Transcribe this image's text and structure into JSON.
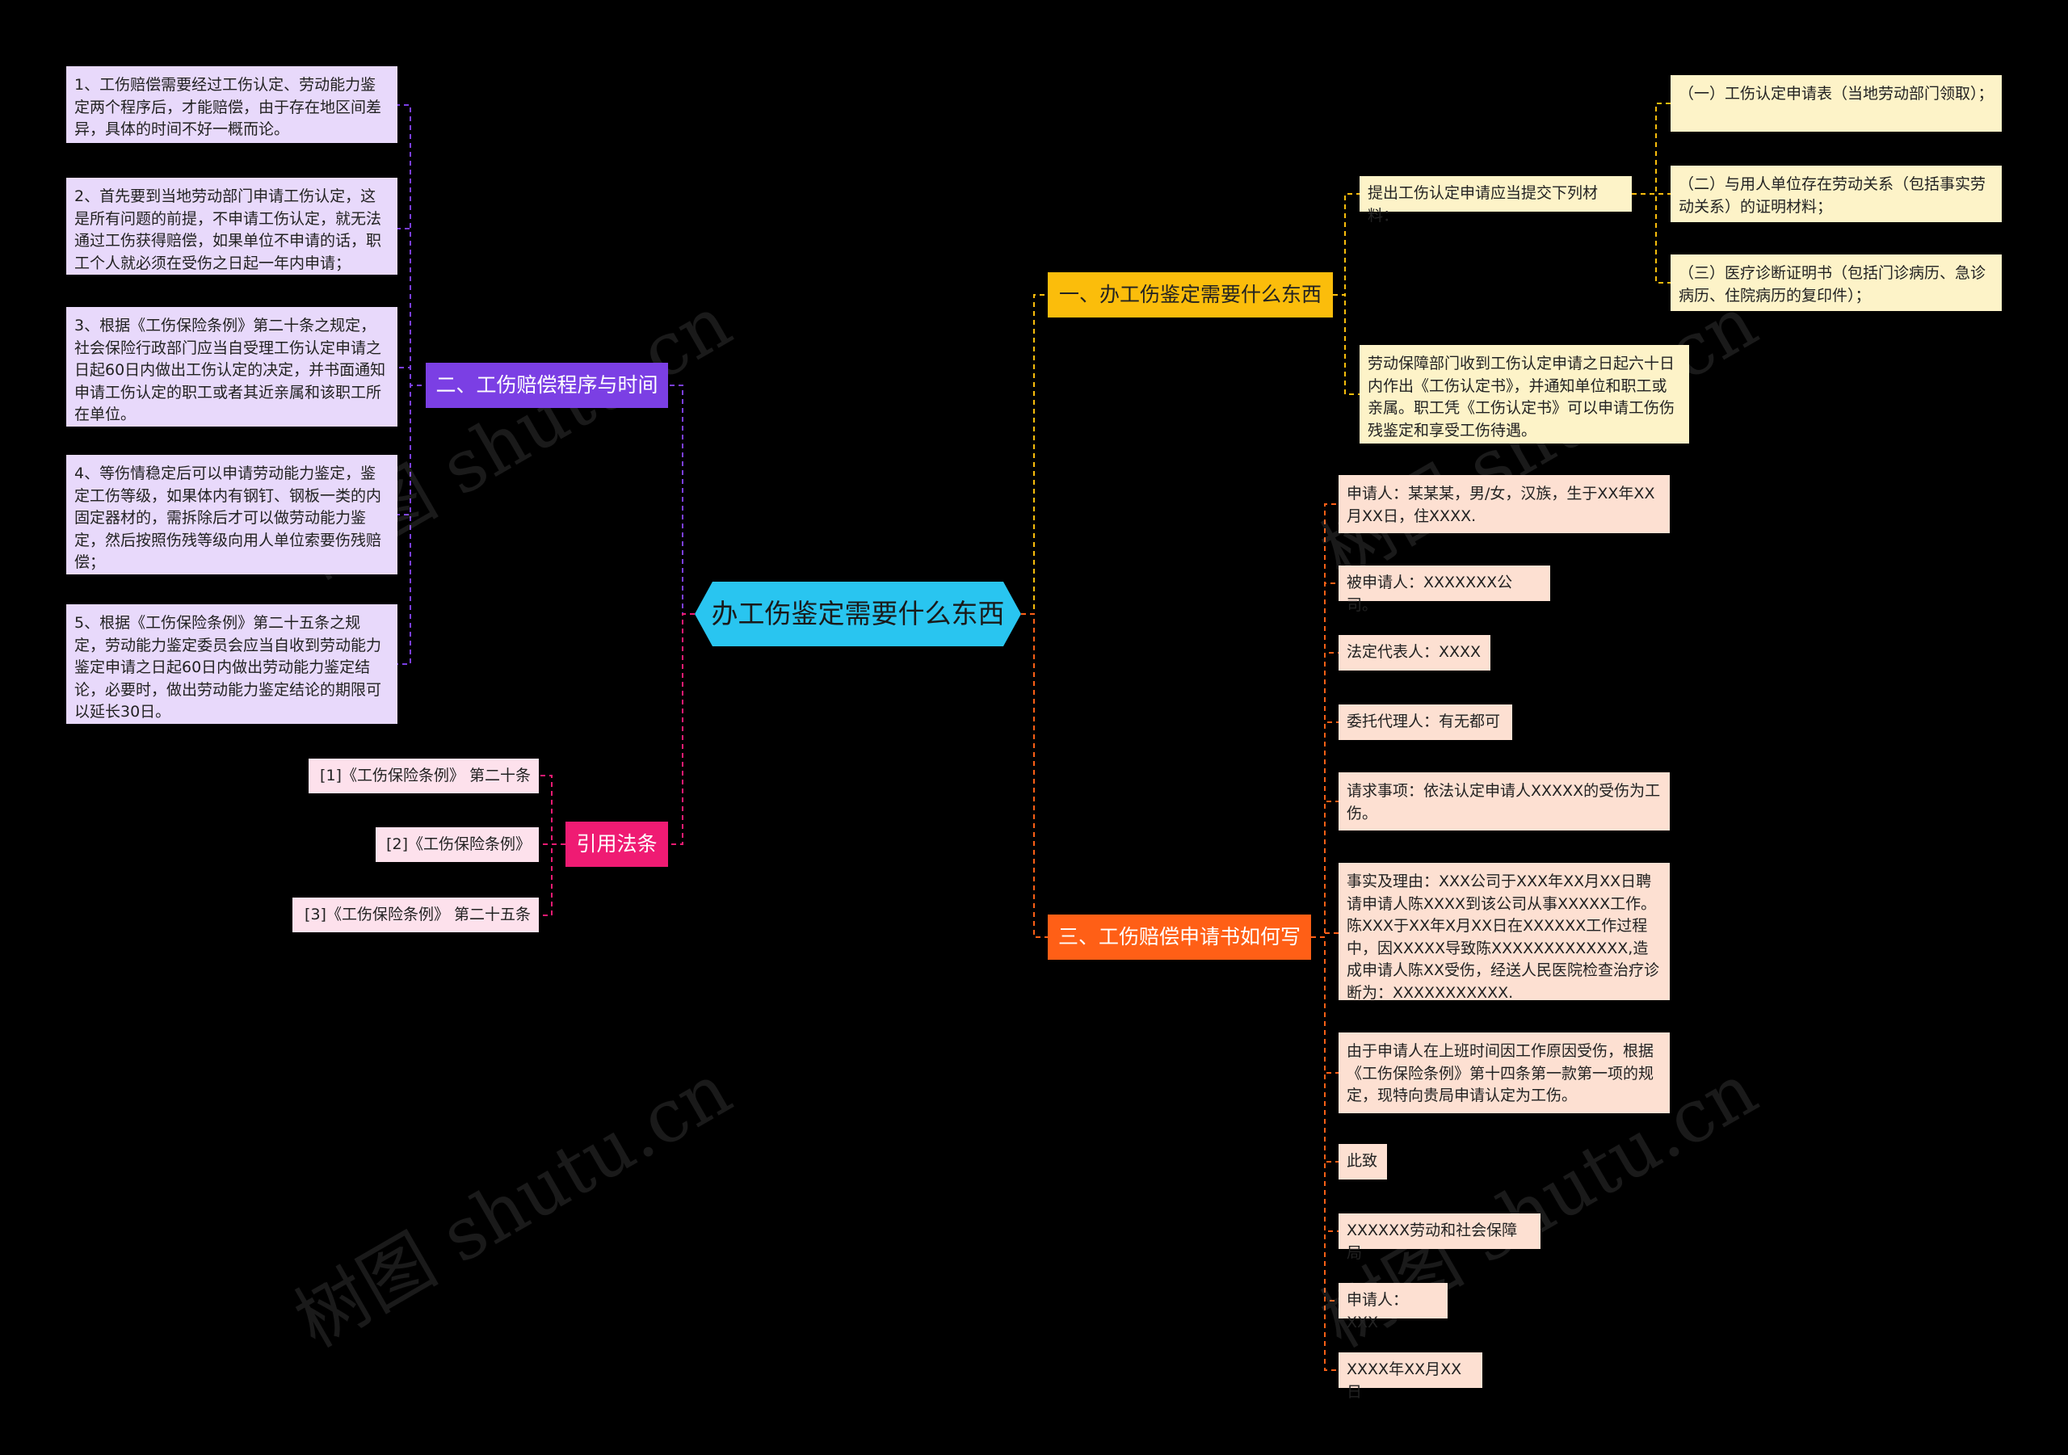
{
  "center": {
    "label": "办工伤鉴定需要什么东西"
  },
  "watermark": "树图 shutu.cn",
  "branches": {
    "b1": {
      "label": "一、办工伤鉴定需要什么东西",
      "color": "#fbbd0b"
    },
    "b2": {
      "label": "二、工伤赔偿程序与时间",
      "color": "#7b3fe4"
    },
    "b3": {
      "label": "三、工伤赔偿申请书如何写",
      "color": "#ff5f16"
    },
    "b4": {
      "label": "引用法条",
      "color": "#ef1b73"
    }
  },
  "b1": {
    "sub1": "提出工伤认定申请应当提交下列材料：",
    "sub1_items": [
      "（一）工伤认定申请表（当地劳动部门领取）；",
      "（二）与用人单位存在劳动关系（包括事实劳动关系）的证明材料；",
      "（三）医疗诊断证明书（包括门诊病历、急诊病历、住院病历的复印件）；"
    ],
    "sub2": "劳动保障部门收到工伤认定申请之日起六十日内作出《工伤认定书》，并通知单位和职工或亲属。职工凭《工伤认定书》可以申请工伤伤残鉴定和享受工伤待遇。"
  },
  "b2": {
    "items": [
      "1、工伤赔偿需要经过工伤认定、劳动能力鉴定两个程序后，才能赔偿，由于存在地区间差异，具体的时间不好一概而论。",
      "2、首先要到当地劳动部门申请工伤认定，这是所有问题的前提，不申请工伤认定，就无法通过工伤获得赔偿，如果单位不申请的话，职工个人就必须在受伤之日起一年内申请；",
      "3、根据《工伤保险条例》第二十条之规定，社会保险行政部门应当自受理工伤认定申请之日起60日内做出工伤认定的决定，并书面通知申请工伤认定的职工或者其近亲属和该职工所在单位。",
      "4、等伤情稳定后可以申请劳动能力鉴定，鉴定工伤等级，如果体内有钢钉、钢板一类的内固定器材的，需拆除后才可以做劳动能力鉴定，然后按照伤残等级向用人单位索要伤残赔偿；",
      "5、根据《工伤保险条例》第二十五条之规定，劳动能力鉴定委员会应当自收到劳动能力鉴定申请之日起60日内做出劳动能力鉴定结论，必要时，做出劳动能力鉴定结论的期限可以延长30日。"
    ]
  },
  "b3": {
    "items": [
      "申请人：某某某，男/女，汉族，生于XX年XX月XX日，住XXXX.",
      "被申请人：XXXXXXX公司。",
      "法定代表人：XXXX",
      "委托代理人：有无都可",
      "请求事项：依法认定申请人XXXXX的受伤为工伤。",
      "事实及理由：XXX公司于XXX年XX月XX日聘请申请人陈XXXX到该公司从事XXXXX工作。陈XXX于XX年X月XX日在XXXXXX工作过程中，因XXXXX导致陈XXXXXXXXXXXXX,造成申请人陈XX受伤，经送人民医院检查治疗诊断为：XXXXXXXXXXX.",
      "由于申请人在上班时间因工作原因受伤，根据《工伤保险条例》第十四条第一款第一项的规定，现特向贵局申请认定为工伤。",
      "此致",
      "XXXXXX劳动和社会保障局",
      "申请人：XXX",
      "XXXX年XX月XX日"
    ]
  },
  "b4": {
    "items": [
      "[1]《工伤保险条例》 第二十条",
      "[2]《工伤保险条例》",
      "[3]《工伤保险条例》 第二十五条"
    ]
  }
}
